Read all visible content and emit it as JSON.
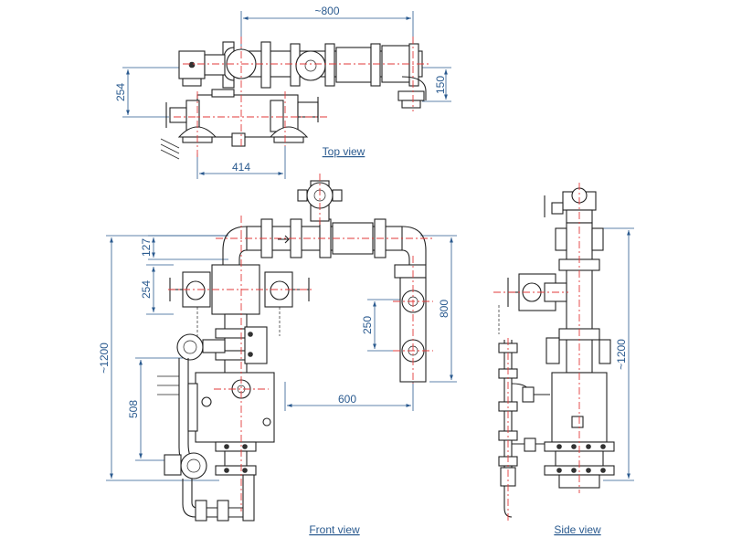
{
  "views": {
    "top": "Top view",
    "front": "Front view",
    "side": "Side view"
  },
  "dimensions": {
    "top_width": "~800",
    "top_254": "254",
    "top_150": "150",
    "top_414": "414",
    "front_127": "127",
    "front_254": "254",
    "front_1200": "~1200",
    "front_508": "508",
    "front_250": "250",
    "front_600": "600",
    "front_800": "800",
    "side_1200": "~1200"
  }
}
